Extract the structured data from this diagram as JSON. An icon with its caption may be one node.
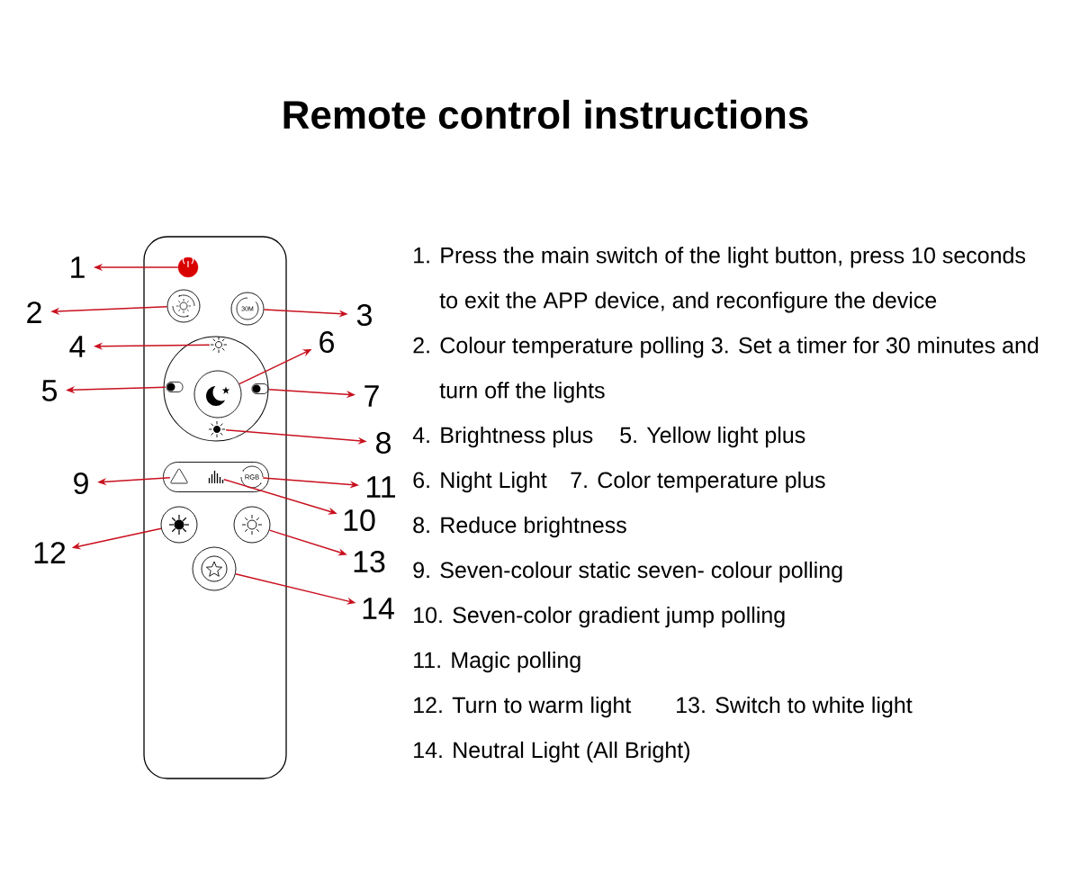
{
  "diagram": {
    "title": "Remote control instructions",
    "nodes": [
      {
        "text": [],
        "shape": "box"
      },
      {
        "text": [],
        "shape": "circle",
        "in": 0
      },
      {
        "text": [],
        "shape": "circle",
        "in": 0
      },
      {
        "text": [
          "30M"
        ],
        "in": 0
      },
      {
        "text": [],
        "shape": "circle",
        "in": 0
      },
      {
        "text": [],
        "shape": "icon",
        "in": 4
      },
      {
        "text": [],
        "shape": "icon",
        "in": 4
      },
      {
        "text": [],
        "shape": "circle",
        "in": 4
      },
      {
        "text": [],
        "shape": "icon",
        "in": 4
      },
      {
        "text": [],
        "shape": "icon",
        "in": 4
      },
      {
        "text": [],
        "shape": "box",
        "in": 0
      },
      {
        "text": [],
        "shape": "icon",
        "in": 10
      },
      {
        "text": [],
        "shape": "icon",
        "in": 10
      },
      {
        "text": [
          "RGB"
        ],
        "in": 10
      },
      {
        "text": [],
        "shape": "circle",
        "in": 0
      },
      {
        "text": [],
        "shape": "circle",
        "in": 0
      },
      {
        "text": [],
        "shape": "circle",
        "in": 0
      },
      {
        "text": [
          "1"
        ]
      },
      {
        "text": [
          "2"
        ]
      },
      {
        "text": [
          "3"
        ]
      },
      {
        "text": [
          "4"
        ]
      },
      {
        "text": [
          "5"
        ]
      },
      {
        "text": [
          "6"
        ]
      },
      {
        "text": [
          "7"
        ]
      },
      {
        "text": [
          "8"
        ]
      },
      {
        "text": [
          "9"
        ]
      },
      {
        "text": [
          "10"
        ]
      },
      {
        "text": [
          "11"
        ]
      },
      {
        "text": [
          "12"
        ]
      },
      {
        "text": [
          "13"
        ]
      },
      {
        "text": [
          "14"
        ]
      }
    ],
    "edges": [
      {
        "from": 1,
        "to": 17,
        "arrow": "to"
      },
      {
        "from": 2,
        "to": 18,
        "arrow": "to"
      },
      {
        "from": 3,
        "to": 19,
        "arrow": "to"
      },
      {
        "from": 5,
        "to": 20,
        "arrow": "to"
      },
      {
        "from": 6,
        "to": 21,
        "arrow": "to"
      },
      {
        "from": 7,
        "to": 22,
        "arrow": "to"
      },
      {
        "from": 8,
        "to": 23,
        "arrow": "to"
      },
      {
        "from": 9,
        "to": 24,
        "arrow": "to"
      },
      {
        "from": 11,
        "to": 25,
        "arrow": "to"
      },
      {
        "from": 12,
        "to": 26,
        "arrow": "to"
      },
      {
        "from": 13,
        "to": 27,
        "arrow": "to"
      },
      {
        "from": 14,
        "to": 28,
        "arrow": "to"
      },
      {
        "from": 15,
        "to": 29,
        "arrow": "to"
      },
      {
        "from": 16,
        "to": 30,
        "arrow": "to"
      }
    ],
    "labels": [
      "1. Press the main switch of the light button, press 10 seconds to exit the APP device, and reconfigure the device",
      "2. Colour temperature polling",
      "3. Set a timer for 30 minutes and turn off the lights",
      "4. Brightness plus",
      "5. Yellow light plus",
      "6. Night Light",
      "7. Color temperature plus",
      "8. Reduce brightness",
      "9. Seven-colour static seven- colour polling",
      "10. Seven-color gradient jump polling",
      "11. Magic polling",
      "12. Turn to warm light",
      "13. Switch to white light",
      "14. Neutral Light (All Bright)"
    ]
  }
}
